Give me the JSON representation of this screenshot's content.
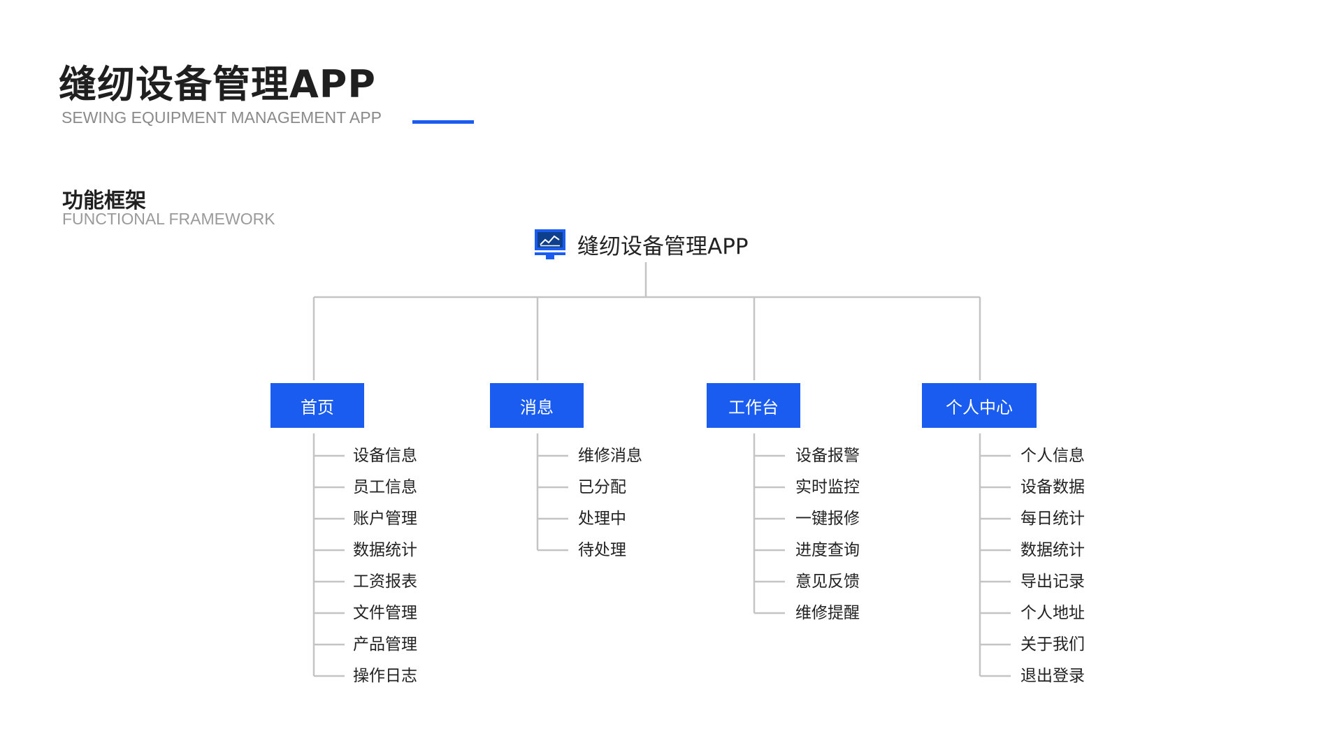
{
  "header": {
    "title": "缝纫设备管理APP",
    "subtitle": "SEWING EQUIPMENT MANAGEMENT APP"
  },
  "section": {
    "title": "功能框架",
    "subtitle": "FUNCTIONAL FRAMEWORK"
  },
  "root": {
    "label": "缝纫设备管理APP",
    "icon": "monitor-chart-icon"
  },
  "categories": [
    {
      "label": "首页",
      "items": [
        "设备信息",
        "员工信息",
        "账户管理",
        "数据统计",
        "工资报表",
        "文件管理",
        "产品管理",
        "操作日志"
      ]
    },
    {
      "label": "消息",
      "items": [
        "维修消息",
        "已分配",
        "处理中",
        "待处理"
      ]
    },
    {
      "label": "工作台",
      "items": [
        "设备报警",
        "实时监控",
        "一键报修",
        "进度查询",
        "意见反馈",
        "维修提醒"
      ]
    },
    {
      "label": "个人中心",
      "items": [
        "个人信息",
        "设备数据",
        "每日统计",
        "数据统计",
        "导出记录",
        "个人地址",
        "关于我们",
        "退出登录"
      ]
    }
  ],
  "colors": {
    "accent": "#1a5cf0",
    "connector": "#c4c4c4",
    "icon_dark": "#0d3f8c"
  }
}
